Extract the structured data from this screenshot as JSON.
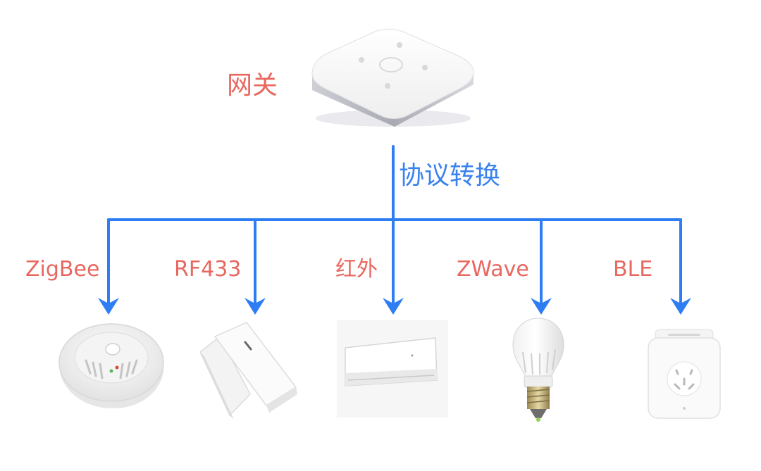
{
  "colors": {
    "arrow": "#2f7df2",
    "device_label": "#e8675f",
    "protocol_label": "#3a82f0"
  },
  "gateway": {
    "label": "网关",
    "icon": "gateway-hub-icon"
  },
  "conversion": {
    "label": "协议转换"
  },
  "devices": [
    {
      "protocol": "ZigBee",
      "icon": "smoke-detector-icon"
    },
    {
      "protocol": "RF433",
      "icon": "door-sensor-icon"
    },
    {
      "protocol": "红外",
      "icon": "air-conditioner-icon"
    },
    {
      "protocol": "ZWave",
      "icon": "light-bulb-icon"
    },
    {
      "protocol": "BLE",
      "icon": "smart-plug-icon"
    }
  ]
}
